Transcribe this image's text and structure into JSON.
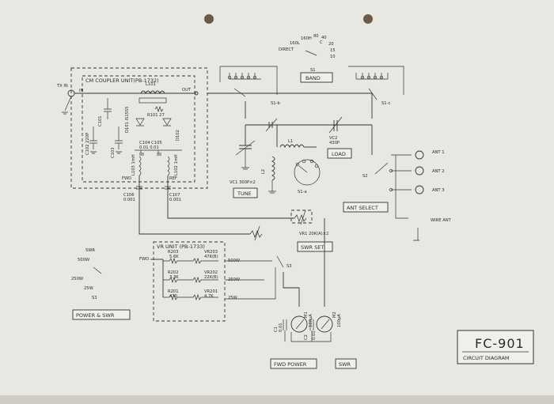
{
  "title_block": {
    "model": "FC-901",
    "subtitle": "CIRCUIT DIAGRAM"
  },
  "units": {
    "coupler": "CM COUPLER UNIT(PB-1732)",
    "vr": "VR UNIT (PB-1733)"
  },
  "boxes": {
    "band": "BAND",
    "load": "LOAD",
    "tune": "TUNE",
    "ant_select": "ANT SELECT",
    "swr_set": "SWR SET",
    "power_swr": "POWER & SWR",
    "fwd_power": "FWD POWER",
    "swr": "SWR"
  },
  "band_switch": {
    "positions": [
      "160H",
      "80",
      "40",
      "160L",
      "C",
      "20",
      "DIRECT",
      "15",
      "10"
    ],
    "s1": "S1",
    "s1b": "S1-b",
    "s1c": "S1-c",
    "s1a": "S1-a"
  },
  "coupler_parts": {
    "tx_in": "TX IN",
    "in": "IN",
    "out": "OUT",
    "l101": "L101",
    "r101": "R101 27",
    "c101": "C101",
    "c102": "C102 220P",
    "c103": "C103",
    "c104": "C104 C105",
    "c104v": "0.01 0.01",
    "d101": "D101 IS1555",
    "d102": "D102",
    "l102": "L102 1mH",
    "l103": "L103 1mH",
    "fwd": "FWD",
    "ref": "REF",
    "c106": "C106",
    "c106v": "0.001",
    "c107": "C107",
    "c107v": "0.001"
  },
  "tuner_parts": {
    "vc1": "VC1 300P×2",
    "vc2": "VC2",
    "vc2v": "430P",
    "l1": "L1",
    "l2": "L2"
  },
  "antenna": {
    "s2": "S2",
    "ant1": "ANT 1",
    "ant2": "ANT 2",
    "ant3": "ANT 3",
    "wire": "WIRE ANT"
  },
  "vr_parts": {
    "fwd": "FWD",
    "r203": "R203",
    "r203v": "5.6K",
    "vr203": "VR203",
    "vr203v": "47K(B)",
    "r202": "R202",
    "r202v": "3.3K",
    "vr202": "VR202",
    "vr202v": "22K(B)",
    "r201": "R201",
    "r201v": "470",
    "vr201": "VR201",
    "vr201v": "4.7K",
    "w500": "500W",
    "w250": "250W",
    "w25": "25W",
    "s3": "S3"
  },
  "meters": {
    "vr1": "VR1 20K(A)×2",
    "m1": "M1",
    "m1v": "100μA",
    "m2": "M2",
    "m2v": "100μA",
    "c1": "C1",
    "c1v": "0.01",
    "c2": "C2",
    "c2v": "0.01"
  },
  "swr_switch": {
    "label": "SWR",
    "w500": "500W",
    "w250": "250W",
    "w25": "25W",
    "s3": "S3"
  }
}
